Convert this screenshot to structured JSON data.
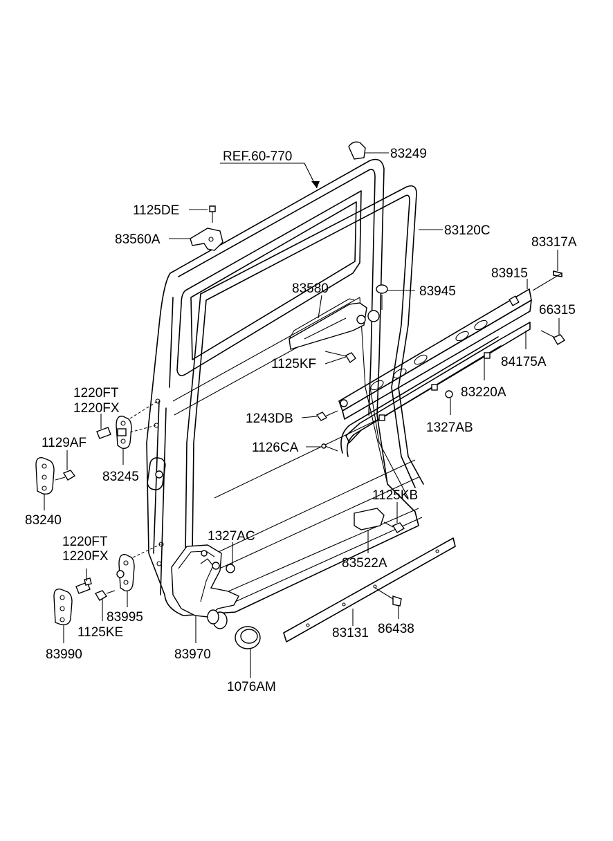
{
  "labels": {
    "ref_60_770": "REF.60-770",
    "p83249": "83249",
    "p1125DE": "1125DE",
    "p83560A": "83560A",
    "p83120C": "83120C",
    "p83317A": "83317A",
    "p83915": "83915",
    "p83580": "83580",
    "p83945": "83945",
    "p66315": "66315",
    "p1125KF": "1125KF",
    "p84175A": "84175A",
    "p83220A": "83220A",
    "p1220FT_a": "1220FT",
    "p1220FX_a": "1220FX",
    "p1129AF": "1129AF",
    "p1243DB": "1243DB",
    "p1327AB": "1327AB",
    "p1126CA": "1126CA",
    "p83245": "83245",
    "p83240": "83240",
    "p1125KB": "1125KB",
    "p1327AC": "1327AC",
    "p1220FT_b": "1220FT",
    "p1220FX_b": "1220FX",
    "p83522A": "83522A",
    "p83995": "83995",
    "p1125KE": "1125KE",
    "p83990": "83990",
    "p83970": "83970",
    "p83131": "83131",
    "p86438": "86438",
    "p1076AM": "1076AM"
  }
}
